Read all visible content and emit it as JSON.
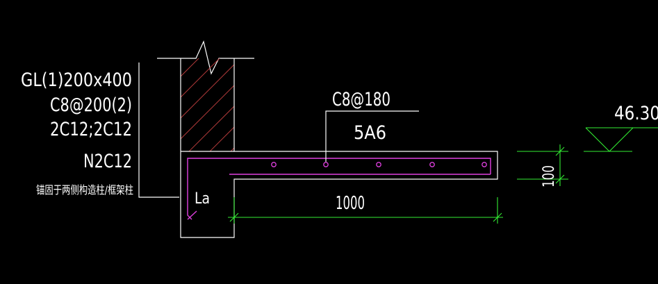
{
  "beam_labels": {
    "line1": "GL(1)200x400",
    "line2": "C8@200(2)",
    "line3": "2C12;2C12",
    "line4": "N2C12",
    "anchor_note": "锚固于两侧构造柱/框架柱"
  },
  "slab_rebar": {
    "top_label": "C8@180",
    "bottom_label": "5A6"
  },
  "anchorage_label": "La",
  "overhang_dimension": "1000",
  "slab_thickness": "100",
  "elevation": "46.30",
  "colors": {
    "background": "#000000",
    "text": "#ffffff",
    "outline": "#ffffff",
    "dimension": "#33ee33",
    "rebar": "#e040e0",
    "hatch": "#b03a3a"
  }
}
